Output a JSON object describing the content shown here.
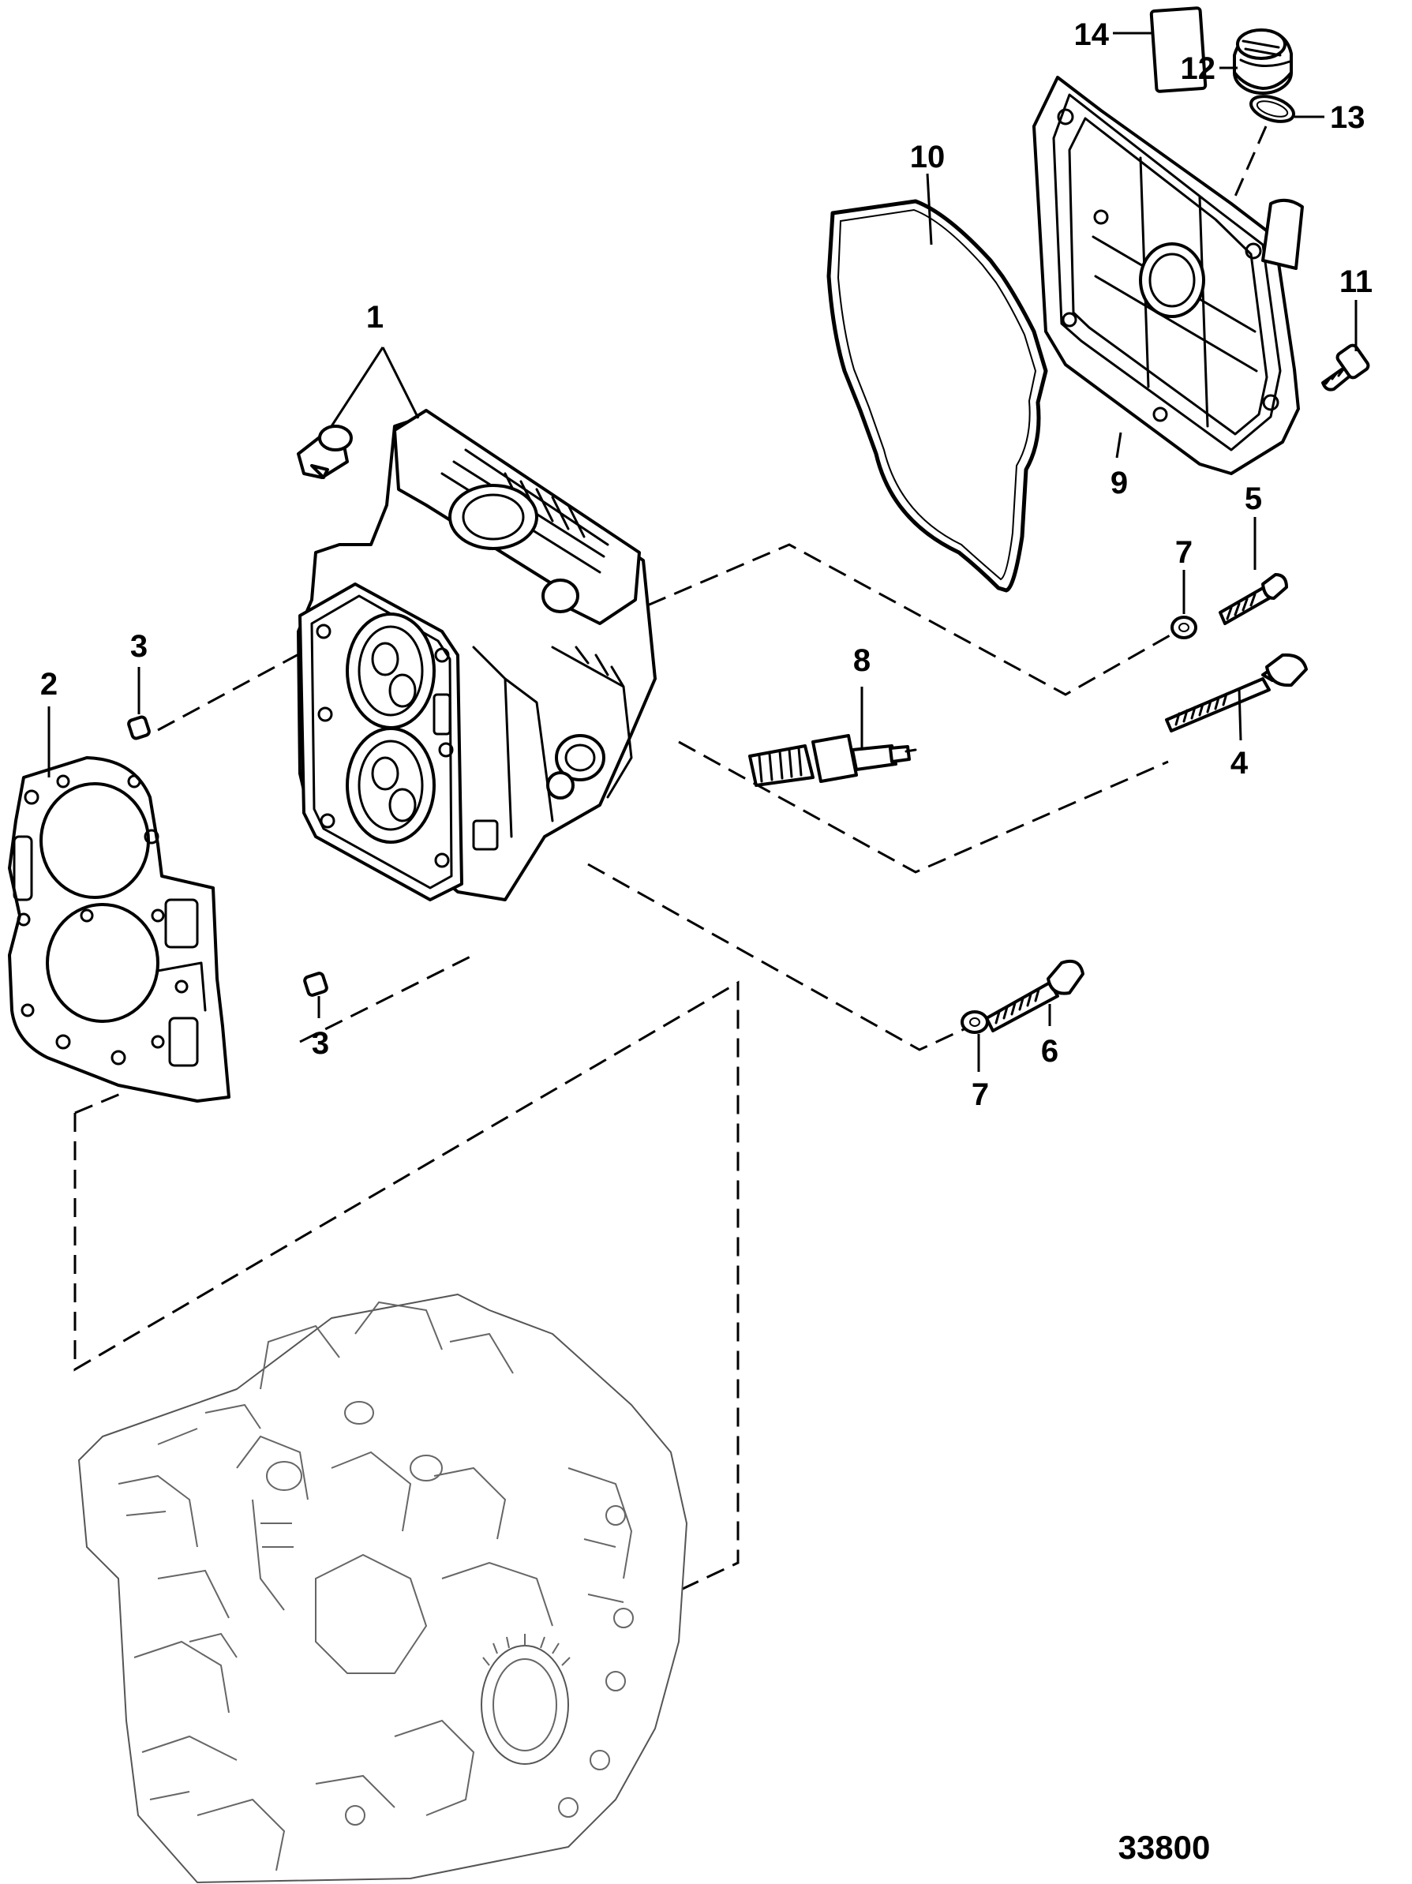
{
  "callouts": {
    "c1": "1",
    "c2": "2",
    "c3a": "3",
    "c3b": "3",
    "c4": "4",
    "c5": "5",
    "c6": "6",
    "c7a": "7",
    "c7b": "7",
    "c8": "8",
    "c9": "9",
    "c10": "10",
    "c11": "11",
    "c12": "12",
    "c13": "13",
    "c14": "14"
  },
  "figure_number": "33800",
  "colors": {
    "line": "#000000",
    "background": "#ffffff",
    "block_line": "#555555"
  }
}
